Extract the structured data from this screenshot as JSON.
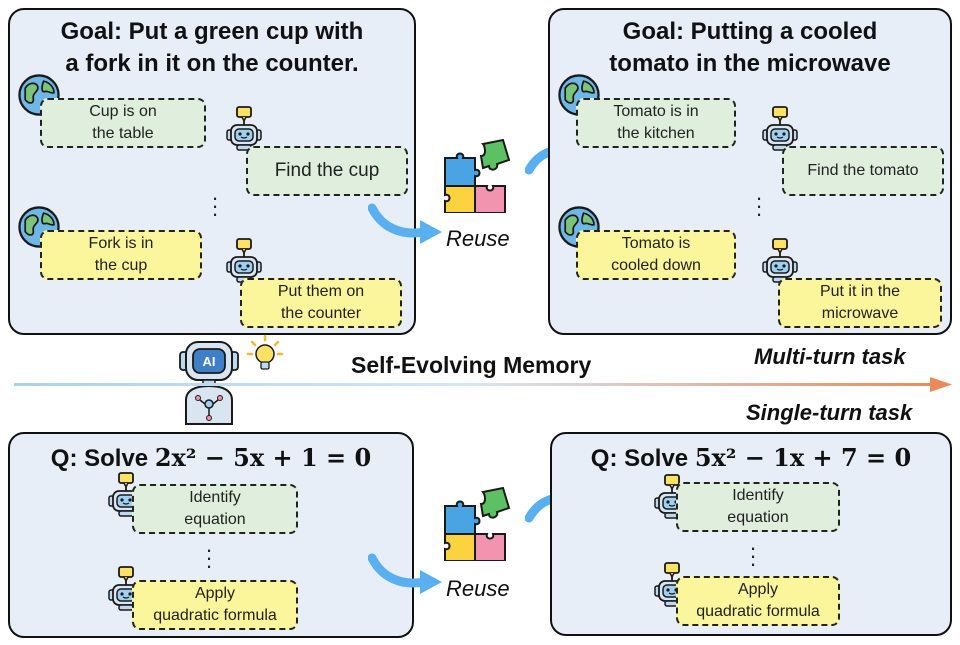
{
  "multi_turn": {
    "left": {
      "goal_line1": "Goal: Put a green cup with",
      "goal_line2": "a fork in it on the counter.",
      "obs1": "Cup is on\nthe table",
      "act1": "Find the cup",
      "obs2": "Fork is in\nthe cup",
      "act2": "Put them on\nthe counter"
    },
    "right": {
      "goal_line1": "Goal: Putting a cooled",
      "goal_line2": "tomato in the microwave",
      "obs1": "Tomato is in\nthe kitchen",
      "act1": "Find the tomato",
      "obs2": "Tomato is\ncooled down",
      "act2": "Put it in the\nmicrowave"
    },
    "reuse_label": "Reuse",
    "task_label": "Multi-turn task"
  },
  "memory": {
    "label": "Self-Evolving Memory",
    "robot_badge": "AI"
  },
  "single_turn": {
    "task_label": "Single-turn task",
    "reuse_label": "Reuse",
    "left": {
      "q_prefix": "Q: Solve",
      "equation": "2x² − 5x + 1 = 0",
      "step1": "Identify\nequation",
      "step2": "Apply\nquadratic formula"
    },
    "right": {
      "q_prefix": "Q: Solve",
      "equation": "5x² − 1x + 7 = 0",
      "step1": "Identify\nequation",
      "step2": "Apply\nquadratic formula"
    }
  },
  "colors": {
    "panel_bg": "#e8eef7",
    "observation_bg": "#dfeedd",
    "action_bg": "#fbf59b",
    "arrow_blue": "#5aaff0",
    "memory_arrow_start": "#a9d2f0",
    "memory_arrow_end": "#e98a5a"
  },
  "icons": [
    "globe-icon",
    "robot-icon",
    "puzzle-icon",
    "ai-robot-icon",
    "lightbulb-icon"
  ]
}
